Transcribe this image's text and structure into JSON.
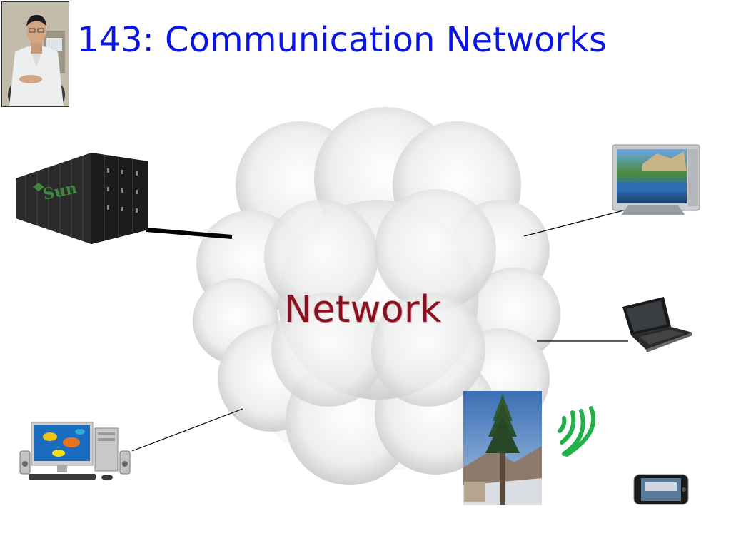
{
  "slide": {
    "title": "143: Communication Networks"
  },
  "diagram": {
    "center_label": "Network",
    "nodes": [
      {
        "id": "datacenter",
        "icon": "shipping-container-datacenter-icon",
        "logo_text": "Sun"
      },
      {
        "id": "tv",
        "icon": "flat-screen-tv-icon"
      },
      {
        "id": "laptop",
        "icon": "netbook-laptop-icon"
      },
      {
        "id": "desktop",
        "icon": "desktop-computer-icon"
      },
      {
        "id": "cell-tower",
        "icon": "cell-tower-tree-icon"
      },
      {
        "id": "wireless",
        "icon": "wireless-signal-icon"
      },
      {
        "id": "phone",
        "icon": "smartphone-icon"
      }
    ],
    "colors": {
      "title": "#0a14e6",
      "network_label": "#8a1020",
      "wireless": "#22b04a"
    }
  }
}
